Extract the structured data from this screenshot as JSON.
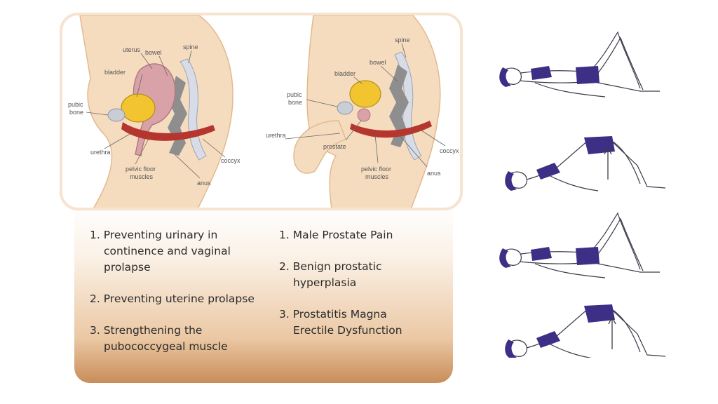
{
  "female_diagram": {
    "labels": {
      "uterus": "uterus",
      "bowel": "bowel",
      "spine": "spine",
      "bladder": "bladder",
      "pubic_bone_1": "pubic",
      "pubic_bone_2": "bone",
      "urethra": "urethra",
      "pelvic_floor_1": "pelvic floor",
      "pelvic_floor_2": "muscles",
      "anus": "anus",
      "coccyx": "coccyx"
    }
  },
  "male_diagram": {
    "labels": {
      "spine": "spine",
      "bowel": "bowel",
      "bladder": "bladder",
      "pubic_bone_1": "pubic",
      "pubic_bone_2": "bone",
      "urethra": "urethra",
      "prostate": "prostate",
      "pelvic_floor_1": "pelvic floor",
      "pelvic_floor_2": "muscles",
      "anus": "anus",
      "coccyx": "coccyx"
    }
  },
  "female_benefits": [
    "1. Preventing urinary in continence and vaginal prolapse",
    "2. Preventing uterine prolapse",
    "3. Strengthening the pubococcygeal muscle"
  ],
  "male_benefits": [
    "1. Male Prostate Pain",
    "2. Benign prostatic hyperplasia",
    "3. Prostatitis Magna Erectile Dysfunction"
  ],
  "colors": {
    "panel_border": "#f6e4d0",
    "skin": "#f6dcbf",
    "muscle": "#b5352f",
    "bladder": "#f2c530",
    "bowel": "#8a8a8a",
    "clothing": "#3d2f86"
  },
  "icons": {
    "exercise_1": "lying-knees-bent-figure",
    "exercise_2": "bridge-up-figure",
    "arrow": "up-arrow-icon"
  }
}
